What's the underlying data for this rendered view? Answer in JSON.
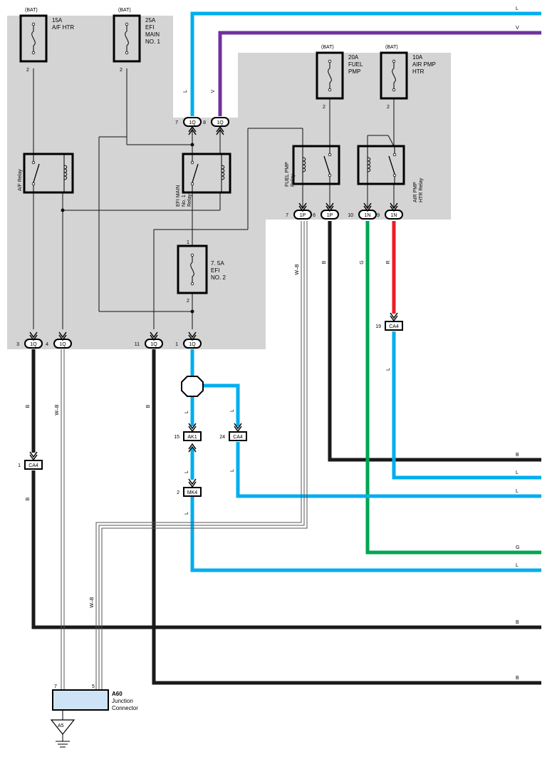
{
  "colors": {
    "panel": "#d4d4d4",
    "wire_L": "#00aeef",
    "wire_V": "#7030a0",
    "wire_B": "#1a1a1a",
    "wire_G": "#00a651",
    "wire_R": "#ed1c24",
    "wire_WB": "#555555",
    "junction_fill": "#cfe3f7"
  },
  "fuses": [
    {
      "bat": "(BAT)",
      "rating": "15A",
      "name1": "A/F HTR",
      "name2": "",
      "name3": "",
      "pin": "2"
    },
    {
      "bat": "(BAT)",
      "rating": "25A",
      "name1": "EFI",
      "name2": "MAIN",
      "name3": "NO. 1",
      "pin": "2"
    },
    {
      "bat": "(BAT)",
      "rating": "20A",
      "name1": "FUEL",
      "name2": "PMP",
      "name3": "",
      "pin": "2"
    },
    {
      "bat": "(BAT)",
      "rating": "10A",
      "name1": "AIR PMP",
      "name2": "HTR",
      "name3": "",
      "pin": "2"
    }
  ],
  "efi2": {
    "rating": "7. 5A",
    "name1": "EFI",
    "name2": "NO. 2",
    "pin_top": "1",
    "pin_bottom": "2"
  },
  "relays": [
    {
      "l1": "A/F Relay",
      "l2": "",
      "l3": ""
    },
    {
      "l1": "EFI MAIN",
      "l2": "No. 1",
      "l3": "Relay"
    },
    {
      "l1": "FUEL PMP",
      "l2": "Relay",
      "l3": ""
    },
    {
      "l1": "AIR PMP",
      "l2": "HTR Relay",
      "l3": ""
    }
  ],
  "connectors": {
    "c1q7": {
      "num": "7",
      "code": "1Q"
    },
    "c1q8": {
      "num": "8",
      "code": "1Q"
    },
    "c1p7": {
      "num": "7",
      "code": "1P"
    },
    "c1p6": {
      "num": "6",
      "code": "1P"
    },
    "c1n10": {
      "num": "10",
      "code": "1N"
    },
    "c1n9": {
      "num": "9",
      "code": "1N"
    },
    "c1q3": {
      "num": "3",
      "code": "1Q"
    },
    "c1q4": {
      "num": "4",
      "code": "1Q"
    },
    "c1q11": {
      "num": "11",
      "code": "1Q"
    },
    "c1q1": {
      "num": "1",
      "code": "1Q"
    },
    "ca4_19": {
      "num": "19",
      "code": "CA4"
    },
    "ak1_15": {
      "num": "15",
      "code": "AK1"
    },
    "ca4_24": {
      "num": "24",
      "code": "CA4"
    },
    "ca4_1": {
      "num": "1",
      "code": "CA4"
    },
    "mk4_2": {
      "num": "2",
      "code": "MK4"
    }
  },
  "wire_labels": {
    "L": "L",
    "V": "V",
    "B": "B",
    "G": "G",
    "R": "R",
    "WB": "W–B"
  },
  "right_labels": [
    "L",
    "V",
    "B",
    "L",
    "L",
    "G",
    "L",
    "B",
    "B"
  ],
  "junction": {
    "code": "A60",
    "line1": "Junction",
    "line2": "Connector",
    "pin_left": "7",
    "pin_right": "5"
  },
  "ground": {
    "code": "A5"
  }
}
